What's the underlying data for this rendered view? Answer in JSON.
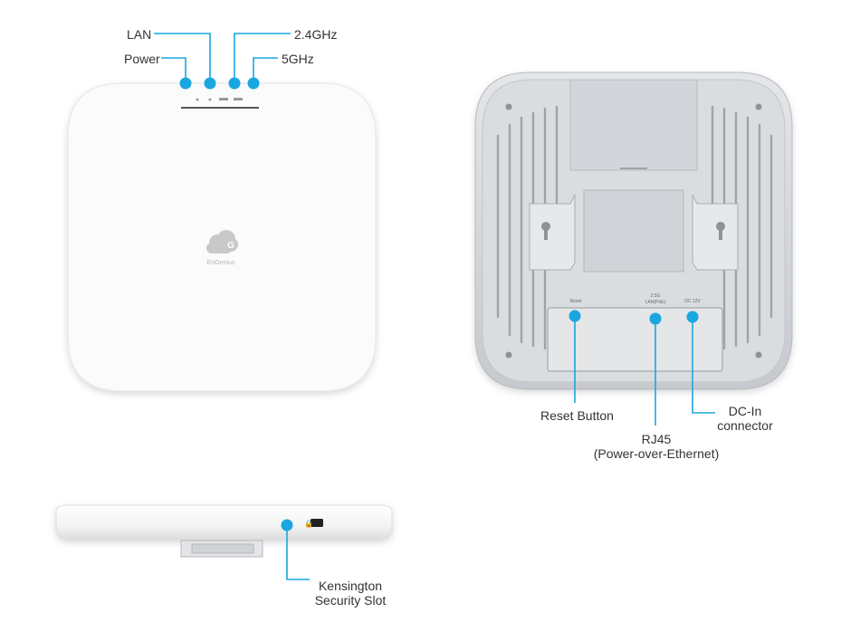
{
  "front_labels": {
    "lan": "LAN",
    "power": "Power",
    "ghz24": "2.4GHz",
    "ghz5": "5GHz"
  },
  "brand": "EnGenius",
  "back_port_labels": {
    "reset": "Reset",
    "lan_line1": "2.5G",
    "lan_line2": "LAN(PoE)",
    "dc": "DC 12V"
  },
  "back_callouts": {
    "reset_button": "Reset Button",
    "rj45_line1": "RJ45",
    "rj45_line2": "(Power-over-Ethernet)",
    "dcin_line1": "DC-In",
    "dcin_line2": "connector"
  },
  "side_callouts": {
    "kensington_line1": "Kensington",
    "kensington_line2": "Security Slot"
  },
  "colors": {
    "callout": "#1aa7e0",
    "device_white": "#fbfbfb",
    "device_gray": "#cfd2d6"
  }
}
